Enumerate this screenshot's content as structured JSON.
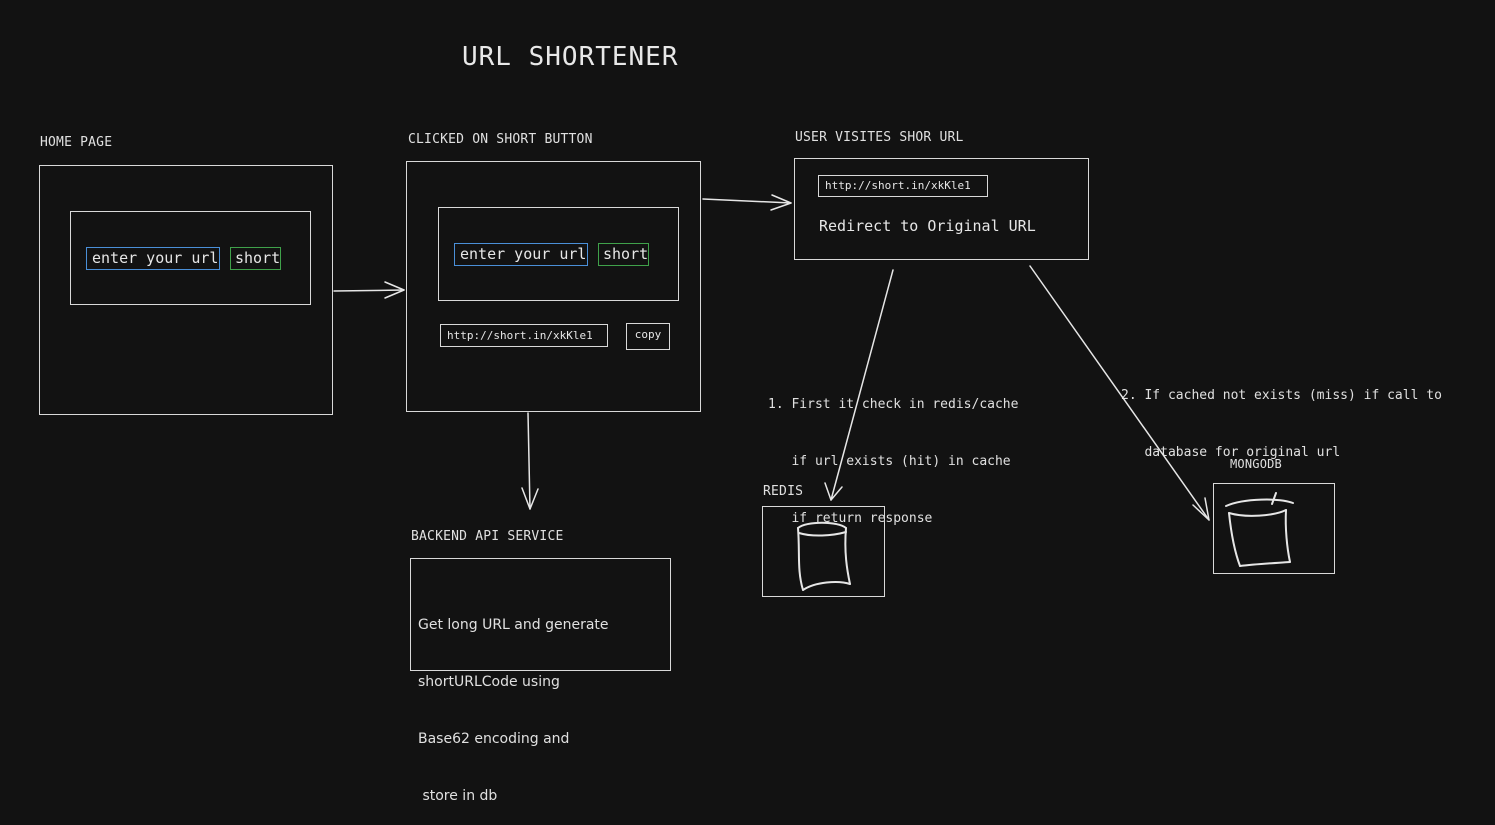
{
  "title": "URL SHORTENER",
  "home": {
    "label": "HOME PAGE",
    "input_text": "enter your url",
    "button_text": "short"
  },
  "clicked": {
    "label": "CLICKED ON SHORT BUTTON",
    "input_text": "enter your url",
    "button_text": "short",
    "short_url": "http://short.in/xkKle1",
    "copy_text": "copy"
  },
  "visit": {
    "label": "USER VISITES SHOR URL",
    "short_url": "http://short.in/xkKle1",
    "redirect_text": "Redirect to Original URL"
  },
  "backend": {
    "label": "BACKEND API SERVICE",
    "lines": [
      "Get long URL and generate",
      "shortURLCode using",
      "Base62 encoding and",
      " store in db"
    ]
  },
  "note_cache": {
    "lines": [
      "1. First it check in redis/cache",
      "   if url exists (hit) in cache",
      "   if return response"
    ]
  },
  "note_db": {
    "lines": [
      "2. If cached not exists (miss) if call to",
      "   database for original url"
    ]
  },
  "redis": {
    "label": "REDIS"
  },
  "mongodb": {
    "label": "MONGODB"
  }
}
